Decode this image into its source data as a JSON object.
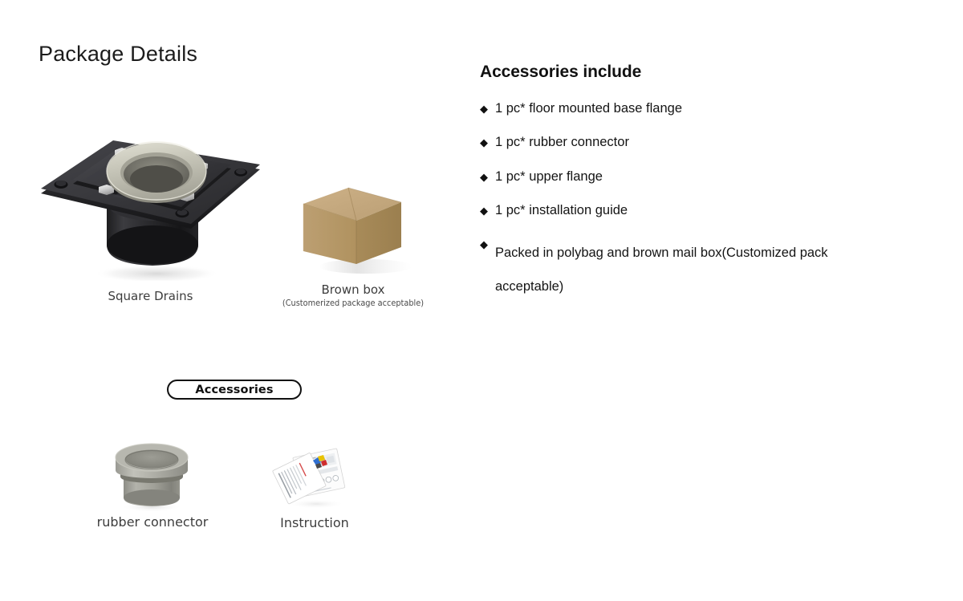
{
  "page": {
    "title": "Package Details",
    "background_color": "#ffffff"
  },
  "left": {
    "figures": [
      {
        "name": "square-drain",
        "caption": "Square Drains",
        "subcaption": "",
        "colors": {
          "body": "#2b2b2d",
          "plate": "#37373a",
          "gasket": "#c7c6b9",
          "bolt": "#d8d8d8"
        }
      },
      {
        "name": "brown-box",
        "caption": "Brown box",
        "subcaption": "(Customerized package acceptable)",
        "colors": {
          "top": "#c6a97c",
          "left": "#b89a6e",
          "right": "#a18455",
          "shadow": "#d9d9d9"
        }
      },
      {
        "name": "rubber-connector",
        "caption": "rubber connector",
        "subcaption": "",
        "colors": {
          "light": "#b4b4ad",
          "mid": "#9a9a93",
          "dark": "#7d7d77"
        }
      },
      {
        "name": "instruction",
        "caption": "Instruction",
        "subcaption": "",
        "colors": {
          "paper": "#fdfdfd",
          "line": "#9aa0a6",
          "accent_blue": "#2f6fd0",
          "accent_yellow": "#e8c200",
          "accent_red": "#cf2d2d"
        }
      }
    ],
    "badge": {
      "label": "Accessories"
    }
  },
  "right": {
    "heading": "Accessories include",
    "bullet_glyph": "◆",
    "items": [
      {
        "text": "1 pc* floor mounted base flange",
        "wraps": false
      },
      {
        "text": "1 pc* rubber connector",
        "wraps": false
      },
      {
        "text": "1 pc* upper flange",
        "wraps": false
      },
      {
        "text": "1 pc* installation guide",
        "wraps": false
      },
      {
        "text": "Packed in polybag and brown mail box(Customized pack acceptable)",
        "wraps": true
      }
    ]
  }
}
